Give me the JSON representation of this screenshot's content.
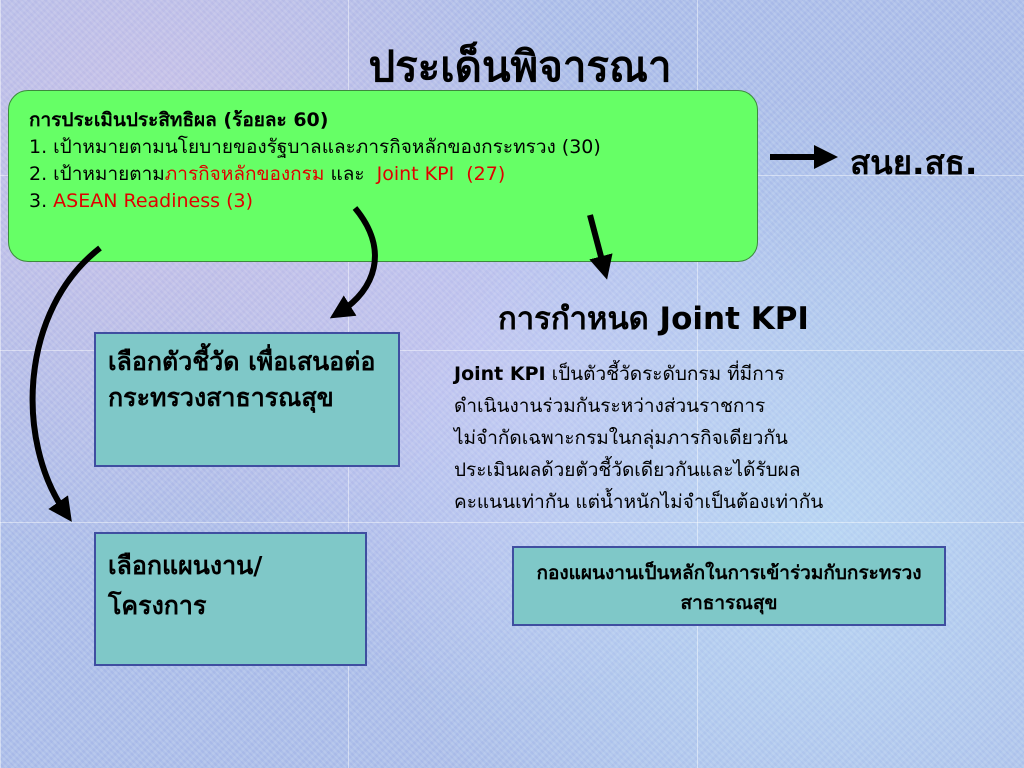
{
  "title": "ประเด็นพิจารณา",
  "green_box": {
    "heading": "การประเมินประสิทธิผล (ร้อยละ 60)",
    "line1": "1. เป้าหมายตามนโยบายของรัฐบาลและภารกิจหลักของกระทรวง (30)",
    "line2_prefix": "2. เป้าหมายตาม",
    "line2_red1": "ภารกิจหลักของกรม",
    "line2_mid": " และ  ",
    "line2_red2": "Joint KPI  (27)",
    "line3_prefix": "3. ",
    "line3_red": "ASEAN Readiness (3)"
  },
  "arrow_target": "สนย.สธ.",
  "subtitle": "การกำหนด Joint KPI",
  "box_kpi": "เลือกตัวชี้วัด เพื่อเสนอต่อกระทรวงสาธารณสุข",
  "box_plan": "เลือกแผนงาน/โครงการ",
  "description": {
    "bold": "Joint KPI",
    "l1": " เป็นตัวชี้วัดระดับกรม ที่มีการ",
    "l2": "ดำเนินงานร่วมกันระหว่างส่วนราชการ",
    "l3": "ไม่จำกัดเฉพาะกรมในกลุ่มภารกิจเดียวกัน",
    "l4": "ประเมินผลด้วยตัวชี้วัดเดียวกันและได้รับผล",
    "l5": "คะแนนเท่ากัน แต่น้ำหนักไม่จำเป็นต้องเท่ากัน"
  },
  "box_core": "กองแผนงานเป็นหลักในการเข้าร่วมกับกระทรวงสาธารณสุข",
  "colors": {
    "green_box": "#66ff66",
    "teal_box": "#7fc8c8",
    "accent_red": "#e00000"
  }
}
